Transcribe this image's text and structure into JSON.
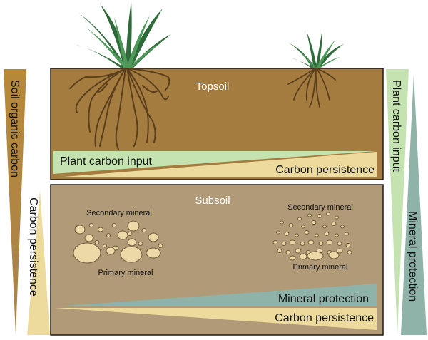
{
  "layers": {
    "topsoil": {
      "title": "Topsoil"
    },
    "subsoil": {
      "title": "Subsoil"
    }
  },
  "topsoil_wedges": {
    "input_label": "Plant carbon input",
    "persistence_label": "Carbon persistence"
  },
  "subsoil_wedges": {
    "protection_label": "Mineral protection",
    "persistence_label": "Carbon persistence"
  },
  "minerals": {
    "left": {
      "secondary": "Secondary mineral",
      "primary": "Primary mineral"
    },
    "right": {
      "secondary": "Secondary mineral",
      "primary": "Primary mineral"
    }
  },
  "side_bars": {
    "soil_organic_carbon": "Soil organic carbon",
    "carbon_persistence": "Carbon persistence",
    "plant_carbon_input": "Plant carbon input",
    "mineral_protection": "Mineral protection"
  },
  "colors": {
    "topsoil": "#a57c3f",
    "subsoil": "#b09a78",
    "green_wedge": "#c5e3b0",
    "yellow_wedge": "#ecdb9c",
    "teal_wedge": "#8fb3a8",
    "brown_bar": "#b3833f",
    "root": "#5a3f1c",
    "mineral": "#ecd9a8"
  }
}
